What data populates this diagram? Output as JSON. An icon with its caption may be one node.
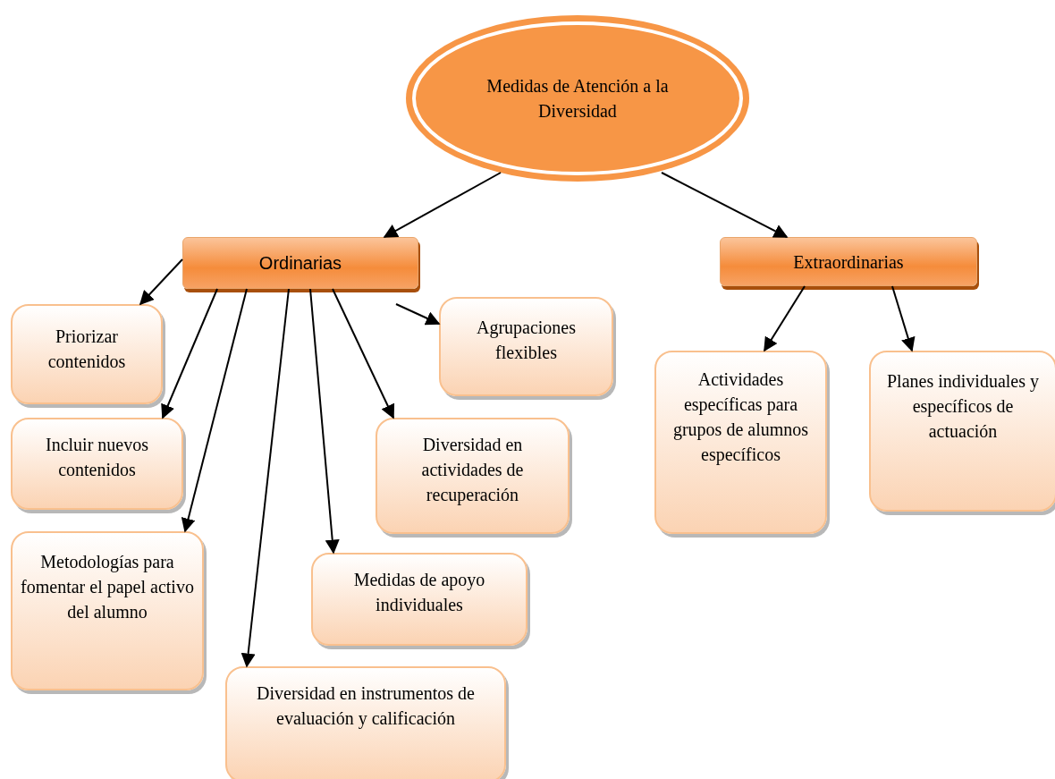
{
  "diagram": {
    "nodes": [
      {
        "text": [
          "Medidas de Atención a la Diversidad"
        ]
      },
      {
        "text": [
          "Ordinarias"
        ]
      },
      {
        "text": [
          "Extraordinarias"
        ]
      },
      {
        "text": [
          "Priorizar contenidos"
        ]
      },
      {
        "text": [
          "Agrupaciones flexibles"
        ]
      },
      {
        "text": [
          "Incluir nuevos contenidos"
        ]
      },
      {
        "text": [
          "Diversidad en actividades de recuperación"
        ]
      },
      {
        "text": [
          "Actividades específicas para grupos de alumnos específicos"
        ]
      },
      {
        "text": [
          "Planes individuales y específicos de actuación"
        ]
      },
      {
        "text": [
          "Metodologías para fomentar el papel activo del alumno"
        ]
      },
      {
        "text": [
          "Medidas de apoyo individuales"
        ]
      },
      {
        "text": [
          "Diversidad en instrumentos de evaluación y calificación"
        ]
      }
    ],
    "edges": [
      {
        "from": 0,
        "to": 1,
        "arrow": "to"
      },
      {
        "from": 0,
        "to": 2,
        "arrow": "to"
      },
      {
        "from": 1,
        "to": 3,
        "arrow": "to"
      },
      {
        "from": 1,
        "to": 5,
        "arrow": "to"
      },
      {
        "from": 1,
        "to": 9,
        "arrow": "to"
      },
      {
        "from": 1,
        "to": 11,
        "arrow": "to"
      },
      {
        "from": 1,
        "to": 10,
        "arrow": "to"
      },
      {
        "from": 1,
        "to": 6,
        "arrow": "to"
      },
      {
        "from": 1,
        "to": 4,
        "arrow": "to"
      },
      {
        "from": 2,
        "to": 7,
        "arrow": "to"
      },
      {
        "from": 2,
        "to": 8,
        "arrow": "to"
      }
    ]
  }
}
